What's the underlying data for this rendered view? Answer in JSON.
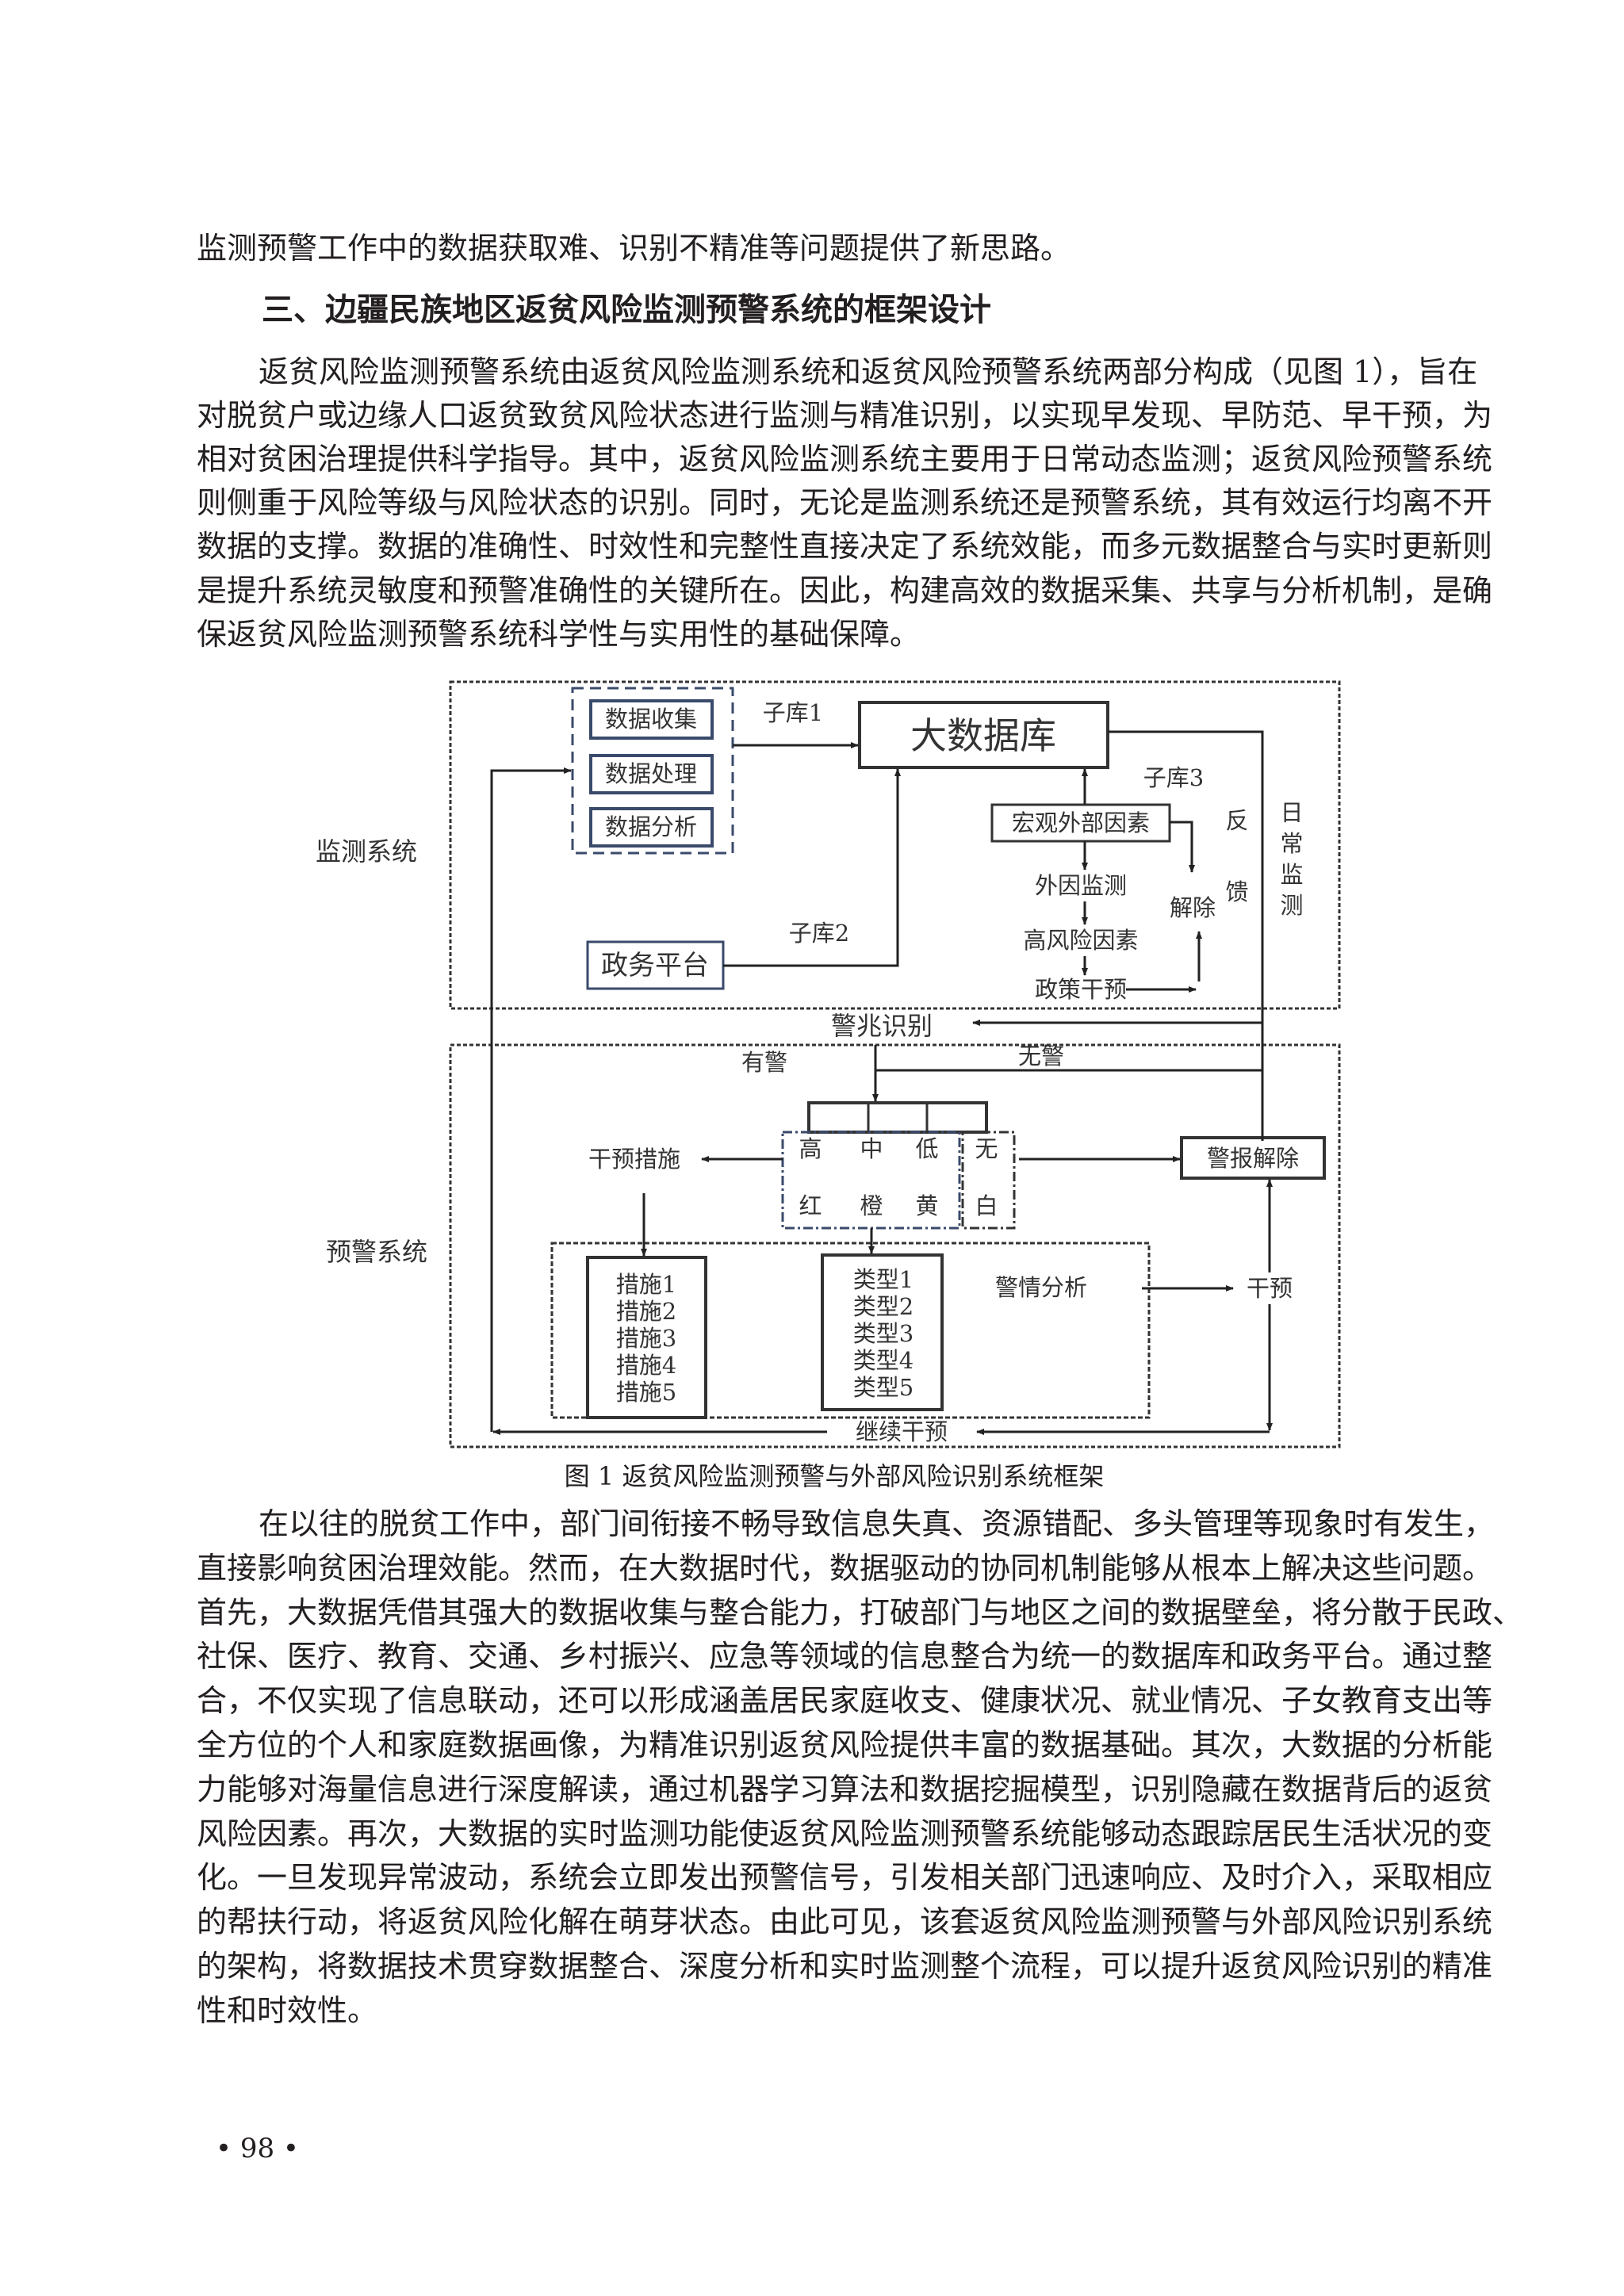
{
  "text": {
    "intro_tail": "监测预警工作中的数据获取难、识别不精准等问题提供了新思路。",
    "section_heading": "三、边疆民族地区返贫风险监测预警系统的框架设计",
    "para1": [
      "返贫风险监测预警系统由返贫风险监测系统和返贫风险预警系统两部分构成（见图 1），旨在",
      "对脱贫户或边缘人口返贫致贫风险状态进行监测与精准识别，以实现早发现、早防范、早干预，为",
      "相对贫困治理提供科学指导。其中，返贫风险监测系统主要用于日常动态监测；返贫风险预警系统",
      "则侧重于风险等级与风险状态的识别。同时，无论是监测系统还是预警系统，其有效运行均离不开",
      "数据的支撑。数据的准确性、时效性和完整性直接决定了系统效能，而多元数据整合与实时更新则",
      "是提升系统灵敏度和预警准确性的关键所在。因此，构建高效的数据采集、共享与分析机制，是确",
      "保返贫风险监测预警系统科学性与实用性的基础保障。"
    ],
    "para2": [
      "在以往的脱贫工作中，部门间衔接不畅导致信息失真、资源错配、多头管理等现象时有发生，",
      "直接影响贫困治理效能。然而，在大数据时代，数据驱动的协同机制能够从根本上解决这些问题。",
      "首先，大数据凭借其强大的数据收集与整合能力，打破部门与地区之间的数据壁垒，将分散于民政、",
      "社保、医疗、教育、交通、乡村振兴、应急等领域的信息整合为统一的数据库和政务平台。通过整",
      "合，不仅实现了信息联动，还可以形成涵盖居民家庭收支、健康状况、就业情况、子女教育支出等",
      "全方位的个人和家庭数据画像，为精准识别返贫风险提供丰富的数据基础。其次，大数据的分析能",
      "力能够对海量信息进行深度解读，通过机器学习算法和数据挖掘模型，识别隐藏在数据背后的返贫",
      "风险因素。再次，大数据的实时监测功能使返贫风险监测预警系统能够动态跟踪居民生活状况的变",
      "化。一旦发现异常波动，系统会立即发出预警信号，引发相关部门迅速响应、及时介入，采取相应",
      "的帮扶行动，将返贫风险化解在萌芽状态。由此可见，该套返贫风险监测预警与外部风险识别系统",
      "的架构，将数据技术贯穿数据整合、深度分析和实时监测整个流程，可以提升返贫风险识别的精准",
      "性和时效性。"
    ],
    "page_number": "• 98 •"
  },
  "figure": {
    "caption": "图 1  返贫风险监测预警与外部风险识别系统框架",
    "monitor_label": "监测系统",
    "warning_label": "预警系统",
    "data_steps": [
      "数据收集",
      "数据处理",
      "数据分析"
    ],
    "big_db": "大数据库",
    "sub1": "子库1",
    "sub2": "子库2",
    "sub3": "子库3",
    "gov_platform": "政务平台",
    "macro": "宏观外部因素",
    "external_monitor": "外因监测",
    "high_risk": "高风险因素",
    "policy": "政策干预",
    "release": "解除",
    "feedback": [
      "反",
      "馈"
    ],
    "daily_monitor": [
      "日",
      "常",
      "监",
      "测"
    ],
    "signal_id": "警兆识别",
    "has_alarm": "有警",
    "no_alarm": "无警",
    "levels": [
      "高",
      "中",
      "低",
      "无"
    ],
    "colors": [
      "红",
      "橙",
      "黄",
      "白"
    ],
    "intervention_measures": "干预措施",
    "alarm_release": "警报解除",
    "measures": [
      "措施1",
      "措施2",
      "措施3",
      "措施4",
      "措施5"
    ],
    "types": [
      "类型1",
      "类型2",
      "类型3",
      "类型4",
      "类型5"
    ],
    "situation_analysis": "警情分析",
    "intervene": "干预",
    "continue_intervene": "继续干预",
    "accent_color": "#3a4a6b"
  }
}
